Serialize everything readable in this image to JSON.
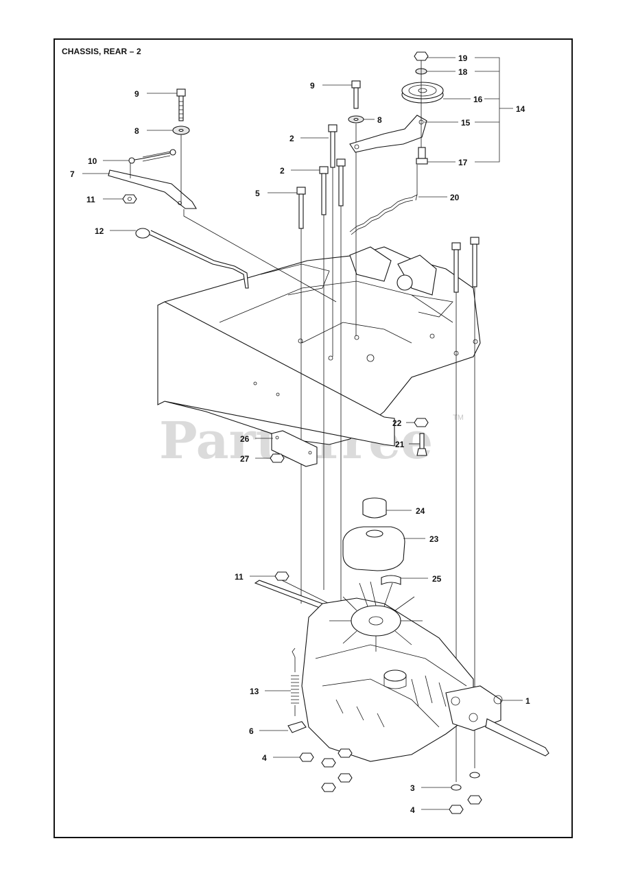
{
  "title": "CHASSIS, REAR – 2",
  "watermark": {
    "text": "PartsTree",
    "tm": "TM"
  },
  "callouts": [
    {
      "id": "c19",
      "label": "19"
    },
    {
      "id": "c18",
      "label": "18"
    },
    {
      "id": "c16",
      "label": "16"
    },
    {
      "id": "c14",
      "label": "14"
    },
    {
      "id": "c15",
      "label": "15"
    },
    {
      "id": "c17",
      "label": "17"
    },
    {
      "id": "c20",
      "label": "20"
    },
    {
      "id": "c9a",
      "label": "9"
    },
    {
      "id": "c9b",
      "label": "9"
    },
    {
      "id": "c8a",
      "label": "8"
    },
    {
      "id": "c8b",
      "label": "8"
    },
    {
      "id": "c2a",
      "label": "2"
    },
    {
      "id": "c2b",
      "label": "2"
    },
    {
      "id": "c10",
      "label": "10"
    },
    {
      "id": "c7",
      "label": "7"
    },
    {
      "id": "c11a",
      "label": "11"
    },
    {
      "id": "c5",
      "label": "5"
    },
    {
      "id": "c12",
      "label": "12"
    },
    {
      "id": "c22",
      "label": "22"
    },
    {
      "id": "c21",
      "label": "21"
    },
    {
      "id": "c26",
      "label": "26"
    },
    {
      "id": "c27",
      "label": "27"
    },
    {
      "id": "c24",
      "label": "24"
    },
    {
      "id": "c23",
      "label": "23"
    },
    {
      "id": "c11b",
      "label": "11"
    },
    {
      "id": "c25",
      "label": "25"
    },
    {
      "id": "c13",
      "label": "13"
    },
    {
      "id": "c1",
      "label": "1"
    },
    {
      "id": "c6",
      "label": "6"
    },
    {
      "id": "c4a",
      "label": "4"
    },
    {
      "id": "c3",
      "label": "3"
    },
    {
      "id": "c4b",
      "label": "4"
    }
  ]
}
